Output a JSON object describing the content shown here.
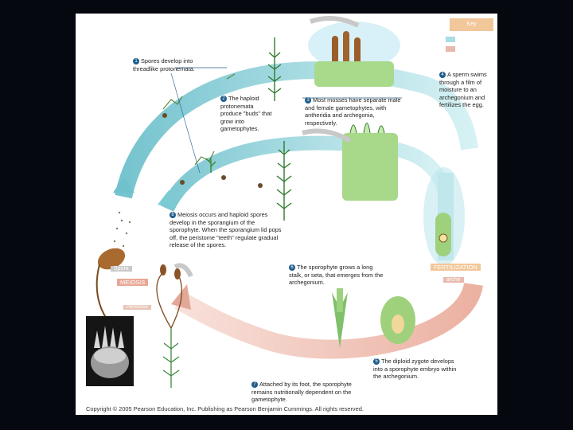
{
  "key": {
    "title": "Key",
    "haploid_color": "#a8dde3",
    "diploid_color": "#e8b9ad"
  },
  "steps": [
    {
      "num": "1",
      "text": "Spores develop into threadlike protonemata."
    },
    {
      "num": "2",
      "text": "The haploid protonemata produce \"buds\" that grow into gametophytes."
    },
    {
      "num": "3",
      "text": "Most mosses have separate male and female gametophytes, with antheridia and archegonia, respectively."
    },
    {
      "num": "4",
      "text": "A sperm swims through a film of moisture to an archegonium and fertilizes the egg."
    },
    {
      "num": "5",
      "text": "The diploid zygote develops into a sporophyte embryo within the archegonium."
    },
    {
      "num": "6",
      "text": "The sporophyte grows a long stalk, or seta, that emerges from the archegonium."
    },
    {
      "num": "7",
      "text": "Attached by its foot, the sporophyte remains nutritionally dependent on the gametophyte."
    },
    {
      "num": "8",
      "text": "Meiosis occurs and haploid spores develop in the sporangium of the sporophyte. When the sporangium lid pops off, the peristome \"teeth\" regulate gradual release of the spores."
    }
  ],
  "labels": {
    "fertilization": "FERTILIZATION",
    "meiosis": "MEIOSIS",
    "sporangium_partial": "Spora",
    "archegonium_partial": "arche",
    "peristome_partial": "Peristome"
  },
  "copyright": "Copyright © 2005 Pearson Education, Inc. Publishing as Pearson Benjamin Cummings. All rights reserved."
}
